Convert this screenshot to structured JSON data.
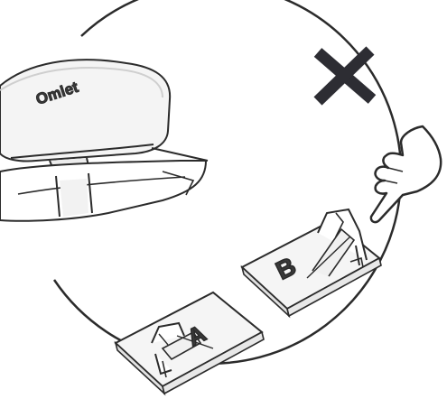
{
  "diagram": {
    "brand_label": "Omlet",
    "part_a_label": "A",
    "part_b_label": "B",
    "icons": [
      "cross-icon",
      "pointing-hand-icon"
    ],
    "colors": {
      "outline": "#2b2b2b",
      "cross": "#2d2d33",
      "fill_light": "#f2f2f2",
      "fill_white": "#ffffff",
      "shade": "#d9d9d9"
    }
  }
}
